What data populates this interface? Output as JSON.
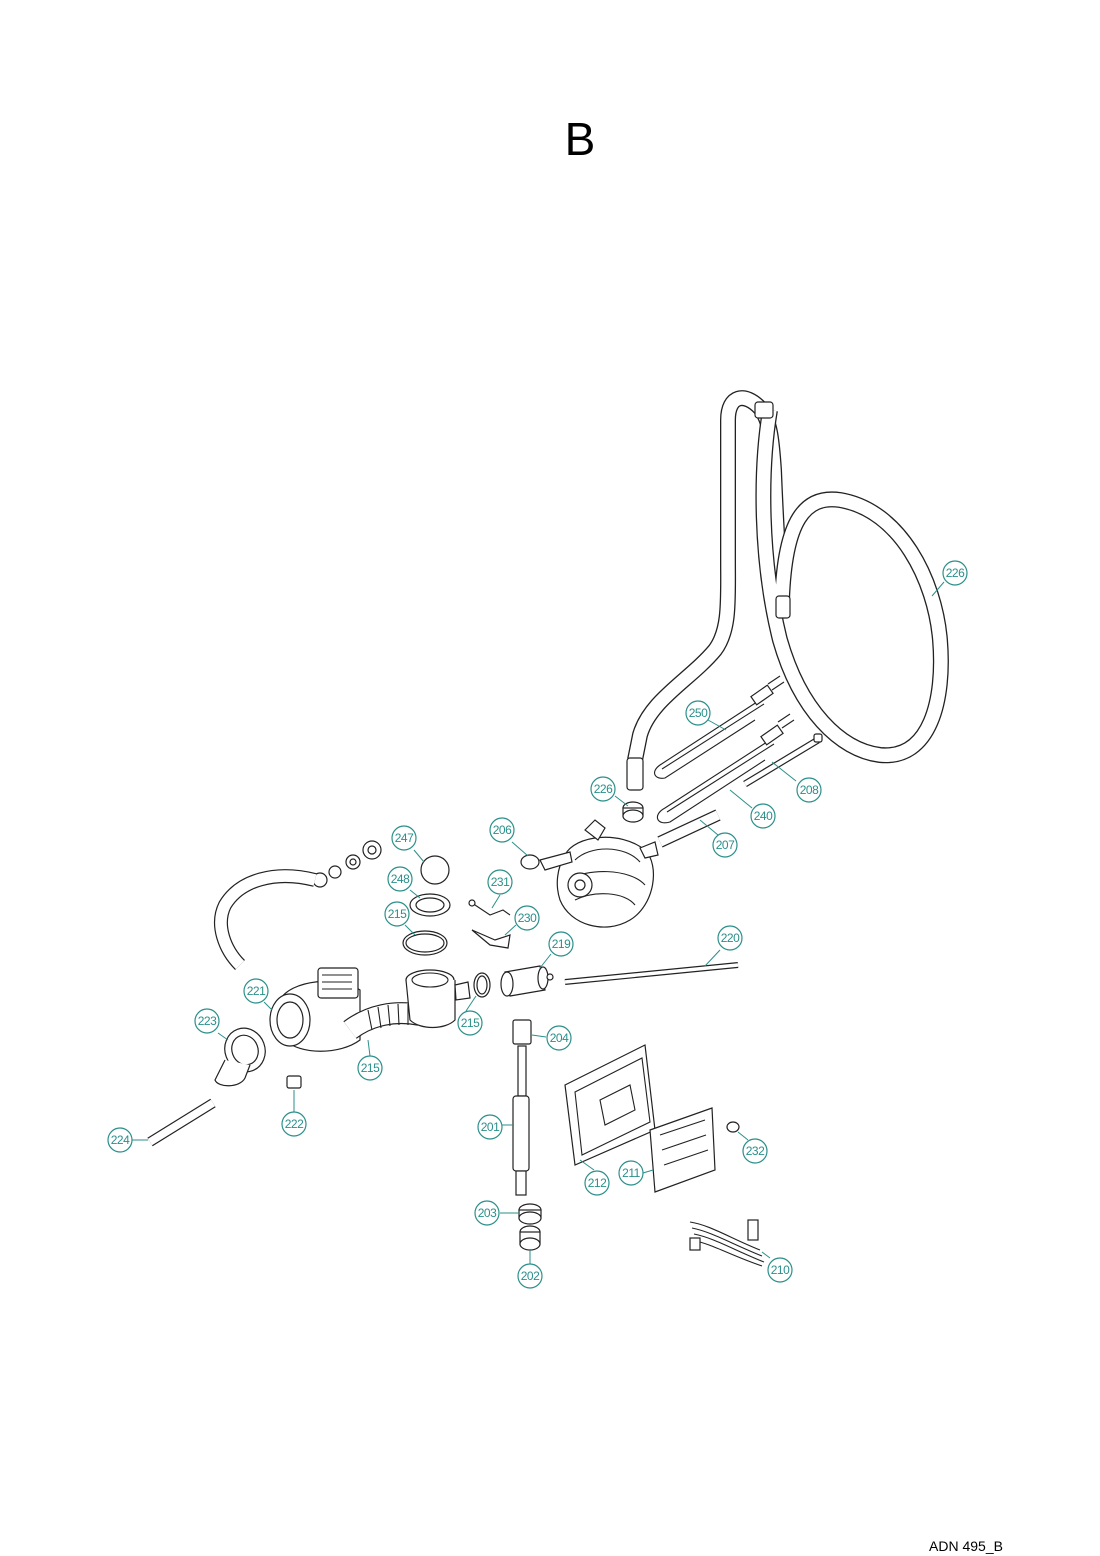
{
  "title": "B",
  "doc_code": "ADN 495_B",
  "callouts": [
    {
      "label": "226"
    },
    {
      "label": "250"
    },
    {
      "label": "226"
    },
    {
      "label": "208"
    },
    {
      "label": "240"
    },
    {
      "label": "206"
    },
    {
      "label": "207"
    },
    {
      "label": "247"
    },
    {
      "label": "248"
    },
    {
      "label": "231"
    },
    {
      "label": "215"
    },
    {
      "label": "230"
    },
    {
      "label": "219"
    },
    {
      "label": "220"
    },
    {
      "label": "221"
    },
    {
      "label": "215"
    },
    {
      "label": "223"
    },
    {
      "label": "204"
    },
    {
      "label": "215"
    },
    {
      "label": "222"
    },
    {
      "label": "224"
    },
    {
      "label": "201"
    },
    {
      "label": "232"
    },
    {
      "label": "211"
    },
    {
      "label": "212"
    },
    {
      "label": "203"
    },
    {
      "label": "202"
    },
    {
      "label": "210"
    }
  ],
  "colors": {
    "callout": "#2a8f8a",
    "line": "#222222"
  }
}
